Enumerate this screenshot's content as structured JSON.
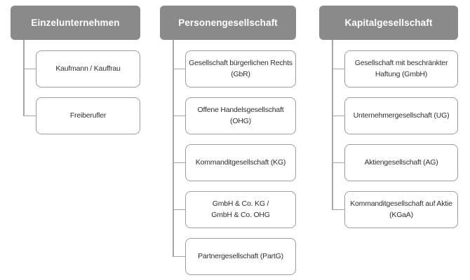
{
  "colors": {
    "bg": "#ffffff",
    "header_bg": "#8a8a8a",
    "header_text": "#ffffff",
    "box_border": "#9d9d9d",
    "box_text": "#2f2f2f",
    "connector": "#a6a6a6"
  },
  "columns": [
    {
      "title": "Einzelunternehmen",
      "children": [
        {
          "lines": [
            "Kaufmann / Kauffrau"
          ]
        },
        {
          "lines": [
            "Freiberufler"
          ]
        }
      ]
    },
    {
      "title": "Personengesellschaft",
      "children": [
        {
          "lines": [
            "Gesellschaft bürgerlichen Rechts",
            "(GbR)"
          ]
        },
        {
          "lines": [
            "Offene Handelsgesellschaft",
            "(OHG)"
          ]
        },
        {
          "lines": [
            "Kommanditgesellschaft (KG)"
          ]
        },
        {
          "lines": [
            "GmbH & Co. KG /",
            "GmbH & Co. OHG"
          ]
        },
        {
          "lines": [
            "Partnergesellschaft (PartG)"
          ]
        }
      ]
    },
    {
      "title": "Kapitalgesellschaft",
      "children": [
        {
          "lines": [
            "Gesellschaft mit beschränkter",
            "Haftung (GmbH)"
          ]
        },
        {
          "lines": [
            "Unternehmergesellschaft (UG)"
          ]
        },
        {
          "lines": [
            "Aktiengesellschaft (AG)"
          ]
        },
        {
          "lines": [
            "Kommanditgesellschaft auf Aktie",
            "(KGaA)"
          ]
        }
      ]
    }
  ]
}
